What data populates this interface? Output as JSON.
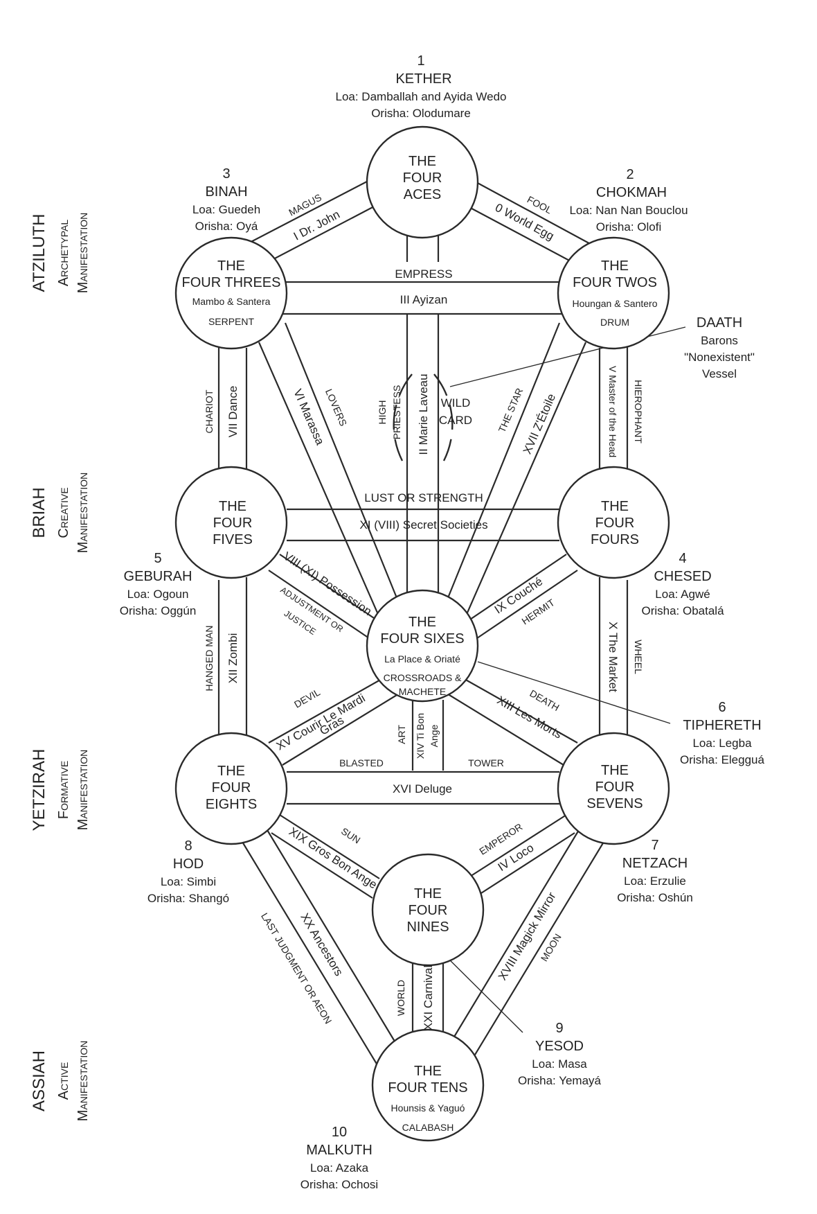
{
  "worlds": [
    {
      "name": "ATZILUTH",
      "line1": "Archetypal",
      "line2": "Manifestation"
    },
    {
      "name": "BRIAH",
      "line1": "Creative",
      "line2": "Manifestation"
    },
    {
      "name": "YETZIRAH",
      "line1": "Formative",
      "line2": "Manifestation"
    },
    {
      "name": "ASSIAH",
      "line1": "Active",
      "line2": "Manifestation"
    }
  ],
  "sephiroth": {
    "kether": {
      "number": "1",
      "name": "KETHER",
      "loa": "Loa: Damballah and Ayida Wedo",
      "orisha": "Orisha: Olodumare"
    },
    "chokmah": {
      "number": "2",
      "name": "CHOKMAH",
      "loa": "Loa: Nan Nan Bouclou",
      "orisha": "Orisha: Olofi"
    },
    "binah": {
      "number": "3",
      "name": "BINAH",
      "loa": "Loa: Guedeh",
      "orisha": "Orisha: Oyá"
    },
    "chesed": {
      "number": "4",
      "name": "CHESED",
      "loa": "Loa: Agwé",
      "orisha": "Orisha: Obatalá"
    },
    "geburah": {
      "number": "5",
      "name": "GEBURAH",
      "loa": "Loa: Ogoun",
      "orisha": "Orisha: Oggún"
    },
    "tiphereth": {
      "number": "6",
      "name": "TIPHERETH",
      "loa": "Loa: Legba",
      "orisha": "Orisha: Elegguá"
    },
    "netzach": {
      "number": "7",
      "name": "NETZACH",
      "loa": "Loa: Erzulie",
      "orisha": "Orisha: Oshún"
    },
    "hod": {
      "number": "8",
      "name": "HOD",
      "loa": "Loa: Simbi",
      "orisha": "Orisha: Shangó"
    },
    "yesod": {
      "number": "9",
      "name": "YESOD",
      "loa": "Loa: Masa",
      "orisha": "Orisha: Yemayá"
    },
    "malkuth": {
      "number": "10",
      "name": "MALKUTH",
      "loa": "Loa: Azaka",
      "orisha": "Orisha: Ochosi"
    },
    "daath": {
      "name": "DAATH",
      "line1": "Barons",
      "line2": "\"Nonexistent\"",
      "line3": "Vessel"
    }
  },
  "circles": {
    "kether": {
      "l1": "THE",
      "l2": "FOUR",
      "l3": "ACES"
    },
    "chokmah": {
      "l1": "THE",
      "l2": "FOUR TWOS",
      "l3": "Houngan & Santero",
      "l4": "DRUM"
    },
    "binah": {
      "l1": "THE",
      "l2": "FOUR THREES",
      "l3": "Mambo & Santera",
      "l4": "SERPENT"
    },
    "chesed": {
      "l1": "THE",
      "l2": "FOUR",
      "l3": "FOURS"
    },
    "geburah": {
      "l1": "THE",
      "l2": "FOUR",
      "l3": "FIVES"
    },
    "tiphereth": {
      "l1": "THE",
      "l2": "FOUR SIXES",
      "l3": "La Place & Oriaté",
      "l4": "CROSSROADS &",
      "l5": "MACHETE"
    },
    "netzach": {
      "l1": "THE",
      "l2": "FOUR",
      "l3": "SEVENS"
    },
    "hod": {
      "l1": "THE",
      "l2": "FOUR",
      "l3": "EIGHTS"
    },
    "yesod": {
      "l1": "THE",
      "l2": "FOUR",
      "l3": "NINES"
    },
    "malkuth": {
      "l1": "THE",
      "l2": "FOUR TENS",
      "l3": "Hounsis & Yaguó",
      "l4": "CALABASH"
    }
  },
  "paths": {
    "magus": "MAGUS",
    "i": "I  Dr. John",
    "fool": "FOOL",
    "zero": "0  World Egg",
    "empress": "EMPRESS",
    "iii": "III  Ayizan",
    "chariot": "CHARIOT",
    "vii": "VII  Dance",
    "lovers": "LOVERS",
    "vi": "VI  Marassa",
    "priestess1": "HIGH",
    "priestess2": "PRIESTESS",
    "ii": "II  Marie Laveau",
    "wild1": "WILD",
    "wild2": "CARD",
    "star": "THE STAR",
    "xvii": "XVII  Z'Étoile",
    "hierophant": "HIEROPHANT",
    "v": "V  Master of the Head",
    "lust": "LUST OR STRENGTH",
    "xi": "XI (VIII)  Secret Societies",
    "viii": "VIII (XI)  Possession",
    "adj1": "ADJUSTMENT OR",
    "adj2": "JUSTICE",
    "ix": "IX  Couché",
    "hermit": "HERMIT",
    "hanged": "HANGED MAN",
    "xii": "XII  Zombi",
    "x": "X  The Market",
    "wheel": "WHEEL",
    "devil": "DEVIL",
    "xv1": "XV  Courir Le Mardi",
    "xv2": "Gras",
    "art": "ART",
    "xiv1": "XIV  Ti Bon",
    "xiv2": "Ange",
    "death": "DEATH",
    "xiii": "XIII  Les Morts",
    "blasted": "BLASTED",
    "tower": "TOWER",
    "xvi": "XVI  Deluge",
    "sun": "SUN",
    "xix": "XIX  Gros Bon Ange",
    "emperor": "EMPEROR",
    "iv": "IV  Loco",
    "lastj": "LAST JUDGMENT OR AEON",
    "xx": "XX  Ancestors",
    "world": "WORLD",
    "xxi": "XXI  Carnival",
    "xviii": "XVIII  Magick Mirror",
    "moon": "MOON"
  }
}
